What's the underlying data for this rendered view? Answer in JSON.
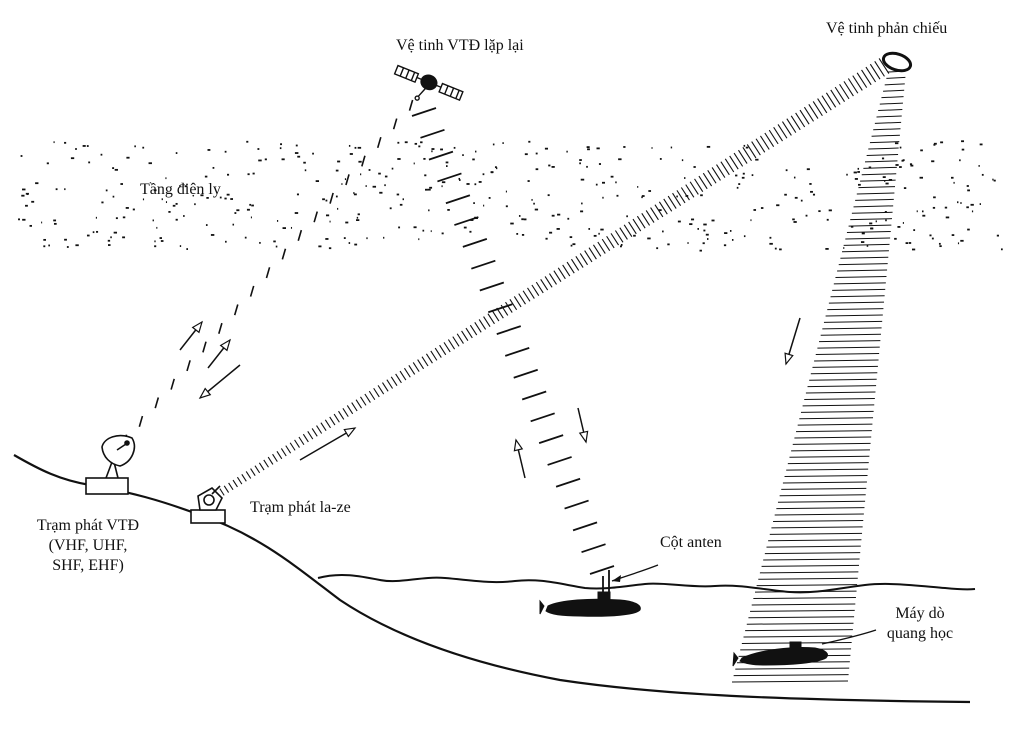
{
  "labels": {
    "relay_satellite": "Vệ tinh VTĐ lặp lại",
    "reflecting_satellite": "Vệ tinh phản chiếu",
    "ionosphere": "Tầng điện ly",
    "laser_station": "Trạm phát la-ze",
    "radio_station": "Trạm phát VTĐ",
    "radio_bands_1": "(VHF, UHF,",
    "radio_bands_2": "SHF, EHF)",
    "antenna_mast": "Cột anten",
    "optical_detector_1": "Máy dò",
    "optical_detector_2": "quang học"
  },
  "colors": {
    "ink": "#111111",
    "background": "#ffffff"
  },
  "icons": [
    "relay-satellite-icon",
    "reflecting-satellite-icon",
    "radio-dish-icon",
    "laser-emitter-icon",
    "submarine-icon"
  ]
}
